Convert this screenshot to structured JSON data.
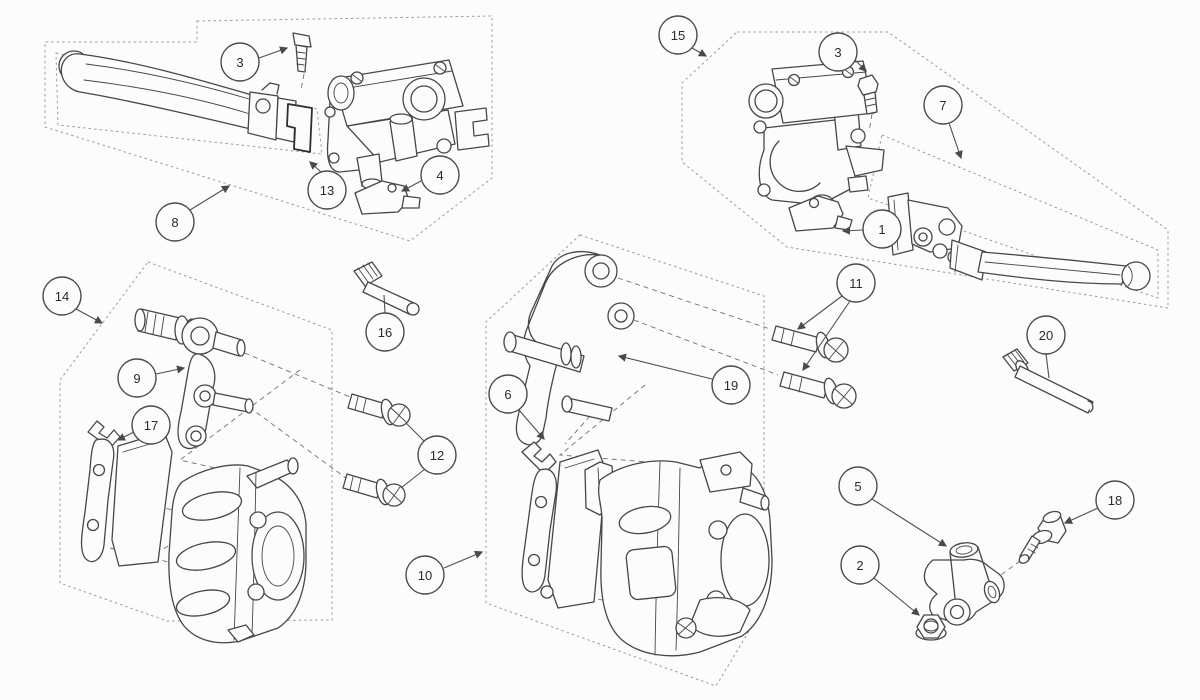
{
  "diagram": {
    "type": "exploded-parts-diagram",
    "subject": "motorcycle-brake-system",
    "colors": {
      "background": "#fcfcfc",
      "line": "#474747",
      "boundary_dash": "#9b9b9b",
      "callout_stroke": "#4a4a4a",
      "callout_text": "#2b2b2b"
    },
    "callouts": [
      {
        "num": "3",
        "part": "lever-pivot-bolt-left"
      },
      {
        "num": "13",
        "part": "lever-holder-left"
      },
      {
        "num": "4",
        "part": "brake-switch-left"
      },
      {
        "num": "8",
        "part": "brake-lever-left"
      },
      {
        "num": "15",
        "part": "master-cylinder-assembly-right"
      },
      {
        "num": "3",
        "part": "lever-pivot-bolt-right"
      },
      {
        "num": "7",
        "part": "brake-lever-right"
      },
      {
        "num": "1",
        "part": "brake-switch-right"
      },
      {
        "num": "14",
        "part": "rear-caliper-assembly"
      },
      {
        "num": "9",
        "part": "caliper-bracket-arm"
      },
      {
        "num": "17",
        "part": "brake-pads-rear"
      },
      {
        "num": "16",
        "part": "caliper-slide-pin"
      },
      {
        "num": "12",
        "part": "caliper-mount-bolts-rear"
      },
      {
        "num": "6",
        "part": "brake-pads-front"
      },
      {
        "num": "19",
        "part": "caliper-mount-bracket-front"
      },
      {
        "num": "11",
        "part": "caliper-mount-bolts-front"
      },
      {
        "num": "10",
        "part": "front-caliper-assembly"
      },
      {
        "num": "20",
        "part": "pad-hanger-pin"
      },
      {
        "num": "5",
        "part": "three-way-hose-joint"
      },
      {
        "num": "2",
        "part": "flange-nut"
      },
      {
        "num": "18",
        "part": "banjo-bolt"
      }
    ]
  }
}
